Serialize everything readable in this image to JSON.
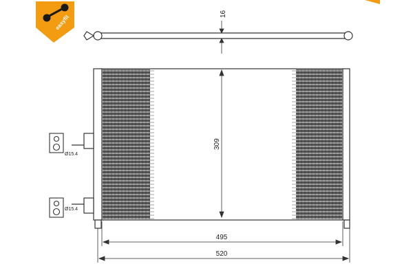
{
  "badge": {
    "label": "easyfit",
    "color": "#f39c12"
  },
  "dimensions": {
    "tube_diameter": "16",
    "core_height": "309",
    "core_width": "495",
    "overall_width": "520",
    "port_upper": "Ø15.4",
    "port_lower": "Ø15.4"
  },
  "colors": {
    "line": "#333333",
    "fins": "#222222",
    "shade": "#dddddd"
  }
}
